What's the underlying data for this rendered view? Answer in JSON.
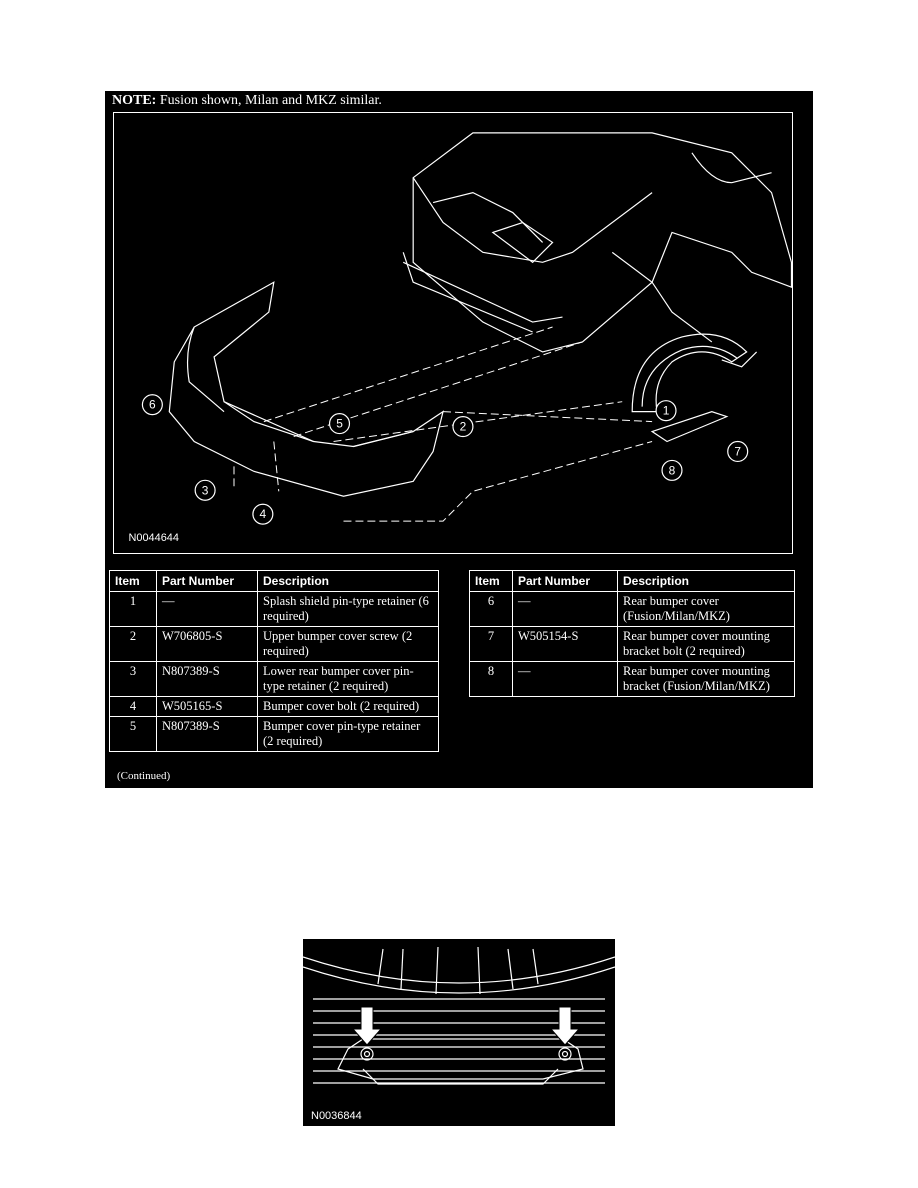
{
  "note": {
    "label": "NOTE:",
    "text": "Fusion shown, Milan and MKZ similar."
  },
  "diagram": {
    "code": "N0044644",
    "callouts": [
      "1",
      "2",
      "3",
      "4",
      "5",
      "6",
      "7",
      "8"
    ]
  },
  "table": {
    "headers": {
      "item": "Item",
      "part_number": "Part Number",
      "description": "Description"
    },
    "left_rows": [
      {
        "item": "1",
        "part": "—",
        "desc": "Splash shield pin-type retainer (6 required)"
      },
      {
        "item": "2",
        "part": "W706805-S",
        "desc": "Upper bumper cover screw (2 required)"
      },
      {
        "item": "3",
        "part": "N807389-S",
        "desc": "Lower rear bumper cover pin-type retainer (2 required)"
      },
      {
        "item": "4",
        "part": "W505165-S",
        "desc": "Bumper cover bolt (2 required)"
      },
      {
        "item": "5",
        "part": "N807389-S",
        "desc": "Bumper cover pin-type retainer (2 required)"
      }
    ],
    "right_rows": [
      {
        "item": "6",
        "part": "—",
        "desc": "Rear bumper cover (Fusion/Milan/MKZ)"
      },
      {
        "item": "7",
        "part": "W505154-S",
        "desc": "Rear bumper cover mounting bracket bolt (2 required)"
      },
      {
        "item": "8",
        "part": "—",
        "desc": "Rear bumper cover mounting bracket (Fusion/Milan/MKZ)"
      }
    ]
  },
  "continued": "(Continued)",
  "photo": {
    "code": "N0036844"
  }
}
